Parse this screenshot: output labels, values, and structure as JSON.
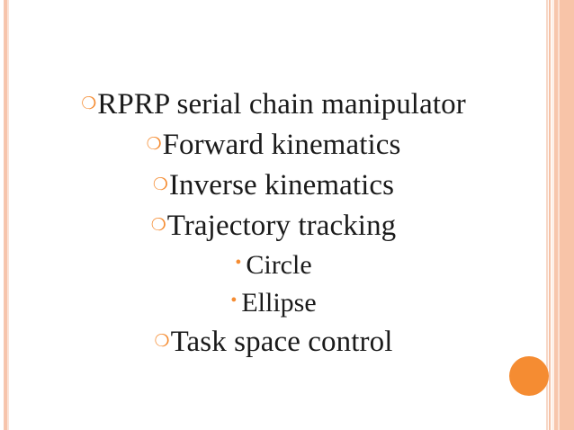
{
  "slide": {
    "background_color": "#ffffff",
    "accent_color": "#f58c32",
    "stripe_color": "#f8c4a8",
    "text_color": "#1a1a1a"
  },
  "decorations": {
    "circle": {
      "name": "orange-circle",
      "color": "#f58c32"
    },
    "left_stripes_label": "left-edge-stripes",
    "right_stripes_label": "right-edge-stripes"
  },
  "bullets": {
    "hollow": "❍",
    "filled": "•"
  },
  "body": {
    "items": [
      {
        "level": 1,
        "bullet": "hollow",
        "text": "RPRP serial chain manipulator"
      },
      {
        "level": 1,
        "bullet": "hollow",
        "text": "Forward kinematics"
      },
      {
        "level": 1,
        "bullet": "hollow",
        "text": "Inverse kinematics"
      },
      {
        "level": 1,
        "bullet": "hollow",
        "text": "Trajectory tracking"
      },
      {
        "level": 2,
        "bullet": "filled",
        "text": "Circle"
      },
      {
        "level": 2,
        "bullet": "filled",
        "text": "Ellipse"
      },
      {
        "level": 1,
        "bullet": "hollow",
        "text": "Task space control"
      }
    ]
  }
}
